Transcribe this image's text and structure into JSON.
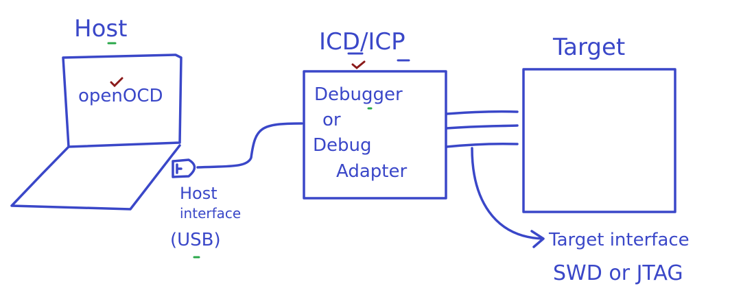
{
  "labels": {
    "host": "Host",
    "openocd": "openOCD",
    "icd_icp": "ICD/ICP",
    "debugger_line1": "Debugger",
    "debugger_line2": "or",
    "debugger_line3": "Debug",
    "debugger_line4": "Adapter",
    "target": "Target",
    "host_interface_line1": "Host",
    "host_interface_line2": "interface",
    "host_interface_line3": "(USB)",
    "target_interface_line1": "Target interface",
    "target_interface_line2": "SWD or JTAG"
  },
  "colors": {
    "ink": "#3a47c8",
    "check_mark": "#8b1a1a",
    "green_mark": "#2aa84a"
  }
}
